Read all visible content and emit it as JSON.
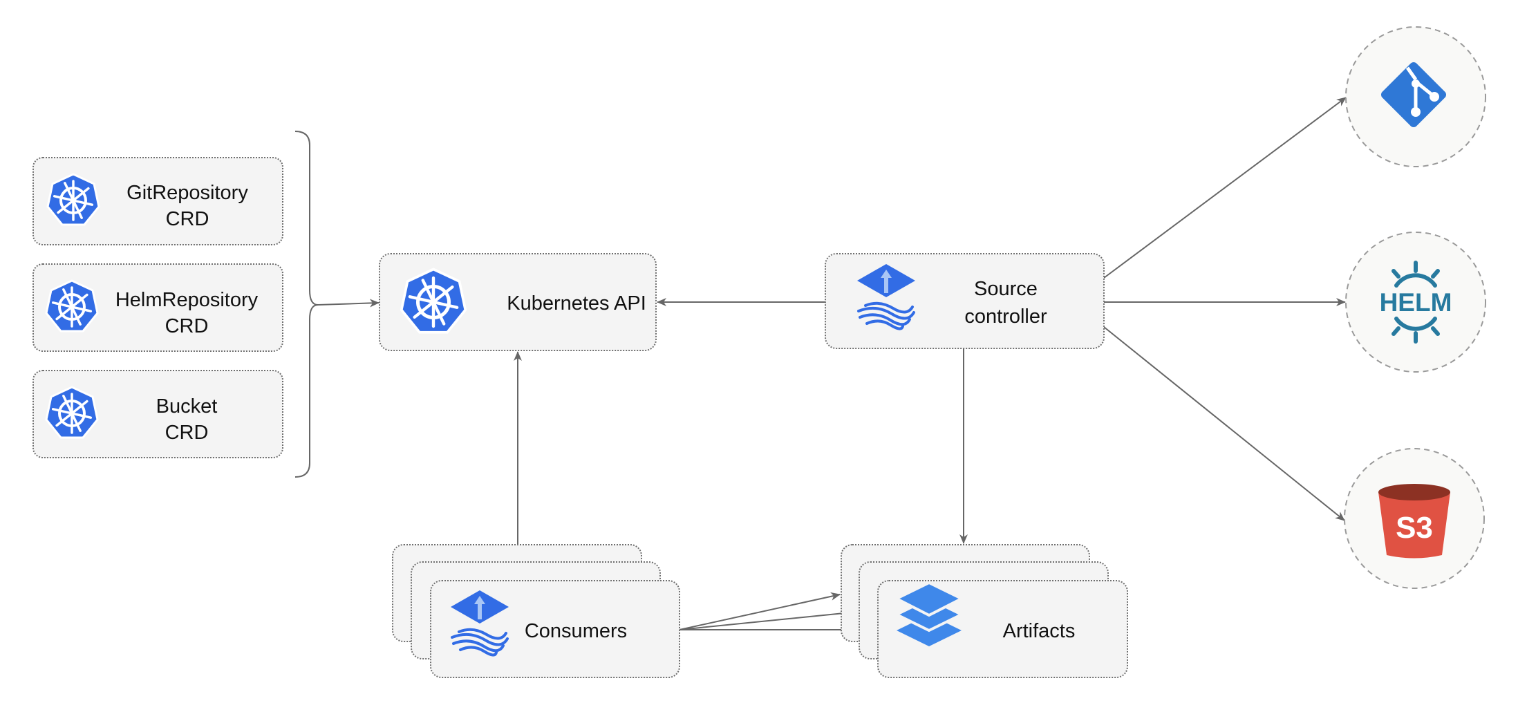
{
  "crds": [
    {
      "line1": "GitRepository",
      "line2": "CRD"
    },
    {
      "line1": "HelmRepository",
      "line2": "CRD"
    },
    {
      "line1": "Bucket",
      "line2": "CRD"
    }
  ],
  "kubernetes_api": {
    "label": "Kubernetes API",
    "icon": "kubernetes-icon"
  },
  "source_controller": {
    "line1": "Source",
    "line2": "controller",
    "icon": "flux-icon"
  },
  "consumers": {
    "label": "Consumers",
    "icon": "flux-icon"
  },
  "artifacts": {
    "label": "Artifacts",
    "icon": "layers-icon"
  },
  "external_sources": [
    {
      "icon": "git-icon",
      "color": "#2f78d6"
    },
    {
      "icon": "helm-icon",
      "text": "HELM",
      "color": "#277a9f"
    },
    {
      "icon": "s3-bucket-icon",
      "text": "S3",
      "color": "#e05243"
    }
  ],
  "colors": {
    "kubernetes": "#326ce5",
    "flux": "#326ce5",
    "box_fill": "#f4f4f4",
    "edge": "#666666"
  }
}
